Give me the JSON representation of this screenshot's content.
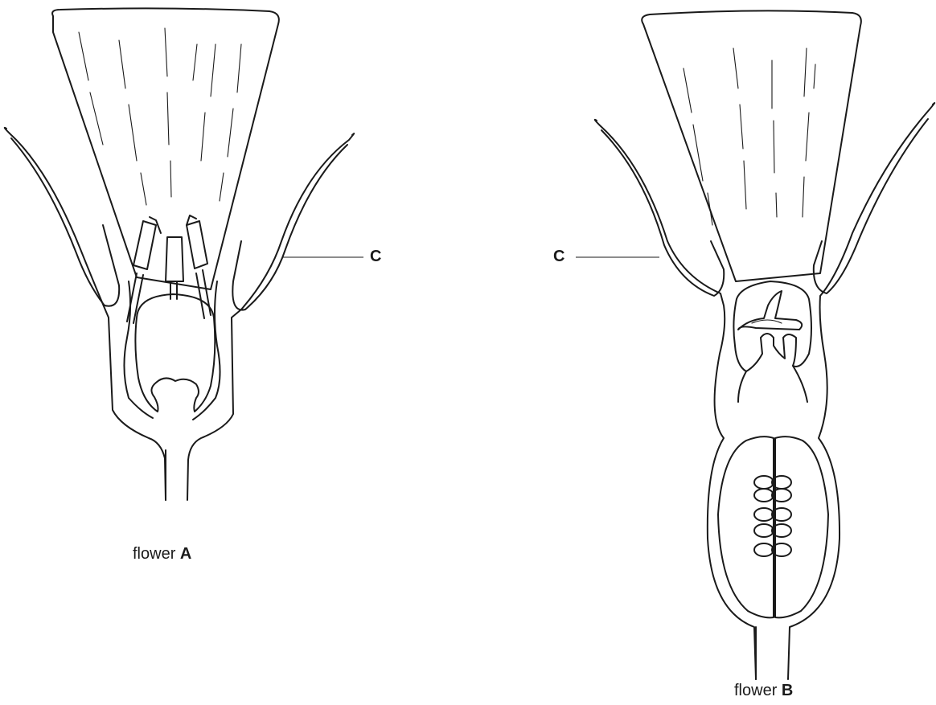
{
  "diagram": {
    "flower_a": {
      "caption_prefix": "flower",
      "caption_letter": "A",
      "part_label": "C"
    },
    "flower_b": {
      "caption_prefix": "flower",
      "caption_letter": "B",
      "part_label": "C"
    },
    "stroke_color": "#1a1a1a",
    "background_color": "#ffffff"
  }
}
